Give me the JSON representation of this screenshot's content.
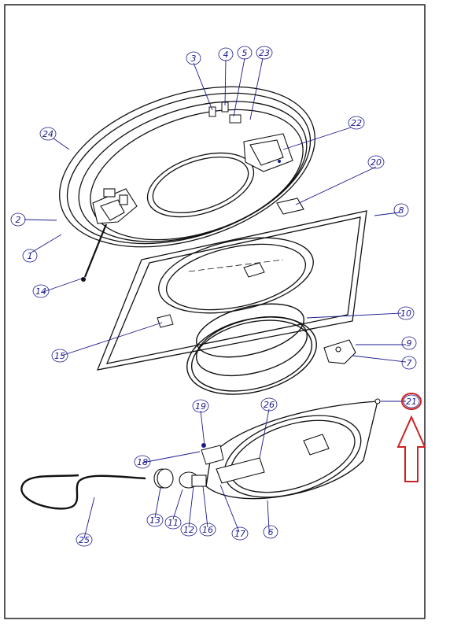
{
  "diagram": {
    "callouts": [
      "1",
      "2",
      "3",
      "4",
      "5",
      "6",
      "7",
      "8",
      "9",
      "10",
      "11",
      "12",
      "13",
      "14",
      "15",
      "16",
      "17",
      "18",
      "19",
      "20",
      "21",
      "22",
      "23",
      "24",
      "25",
      "26"
    ],
    "highlighted_callout": "21",
    "colors": {
      "line": "#111111",
      "callout_text": "#1a1a8c",
      "leader": "#1a1a8c",
      "highlight": "#cc2222"
    }
  }
}
